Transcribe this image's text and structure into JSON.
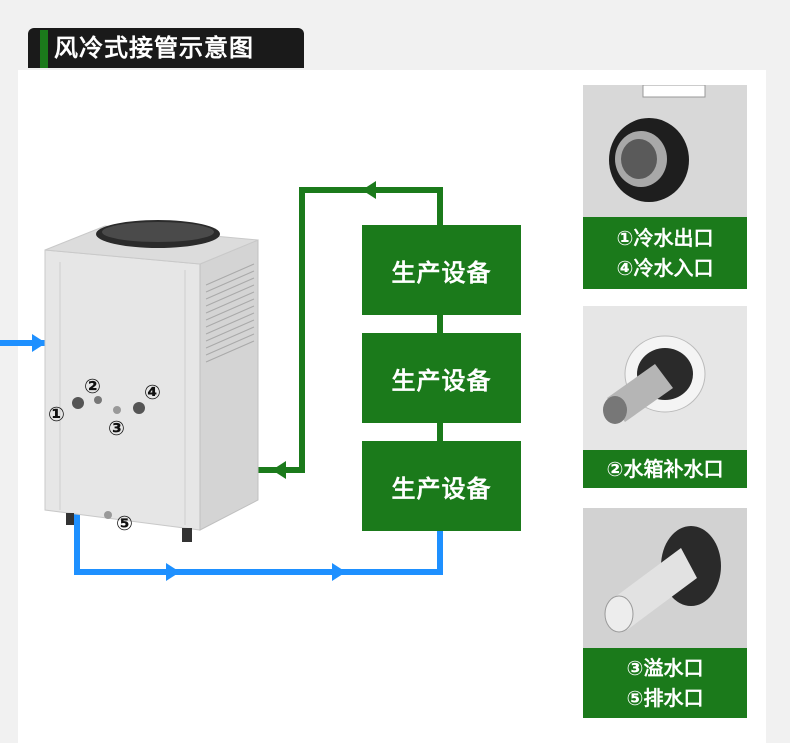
{
  "title": "风冷式接管示意图",
  "equipment": [
    {
      "label": "生产设备"
    },
    {
      "label": "生产设备"
    },
    {
      "label": "生产设备"
    }
  ],
  "markers": [
    "①",
    "②",
    "③",
    "④",
    "⑤"
  ],
  "photos": [
    {
      "lines": [
        "①冷水出口",
        "④冷水入口"
      ]
    },
    {
      "lines": [
        "②水箱补水口"
      ]
    },
    {
      "lines": [
        "③溢水口",
        "⑤排水口"
      ]
    }
  ],
  "colors": {
    "green": "#1b7a1b",
    "blue": "#1e90ff",
    "title_bg": "#1a1a1a"
  }
}
